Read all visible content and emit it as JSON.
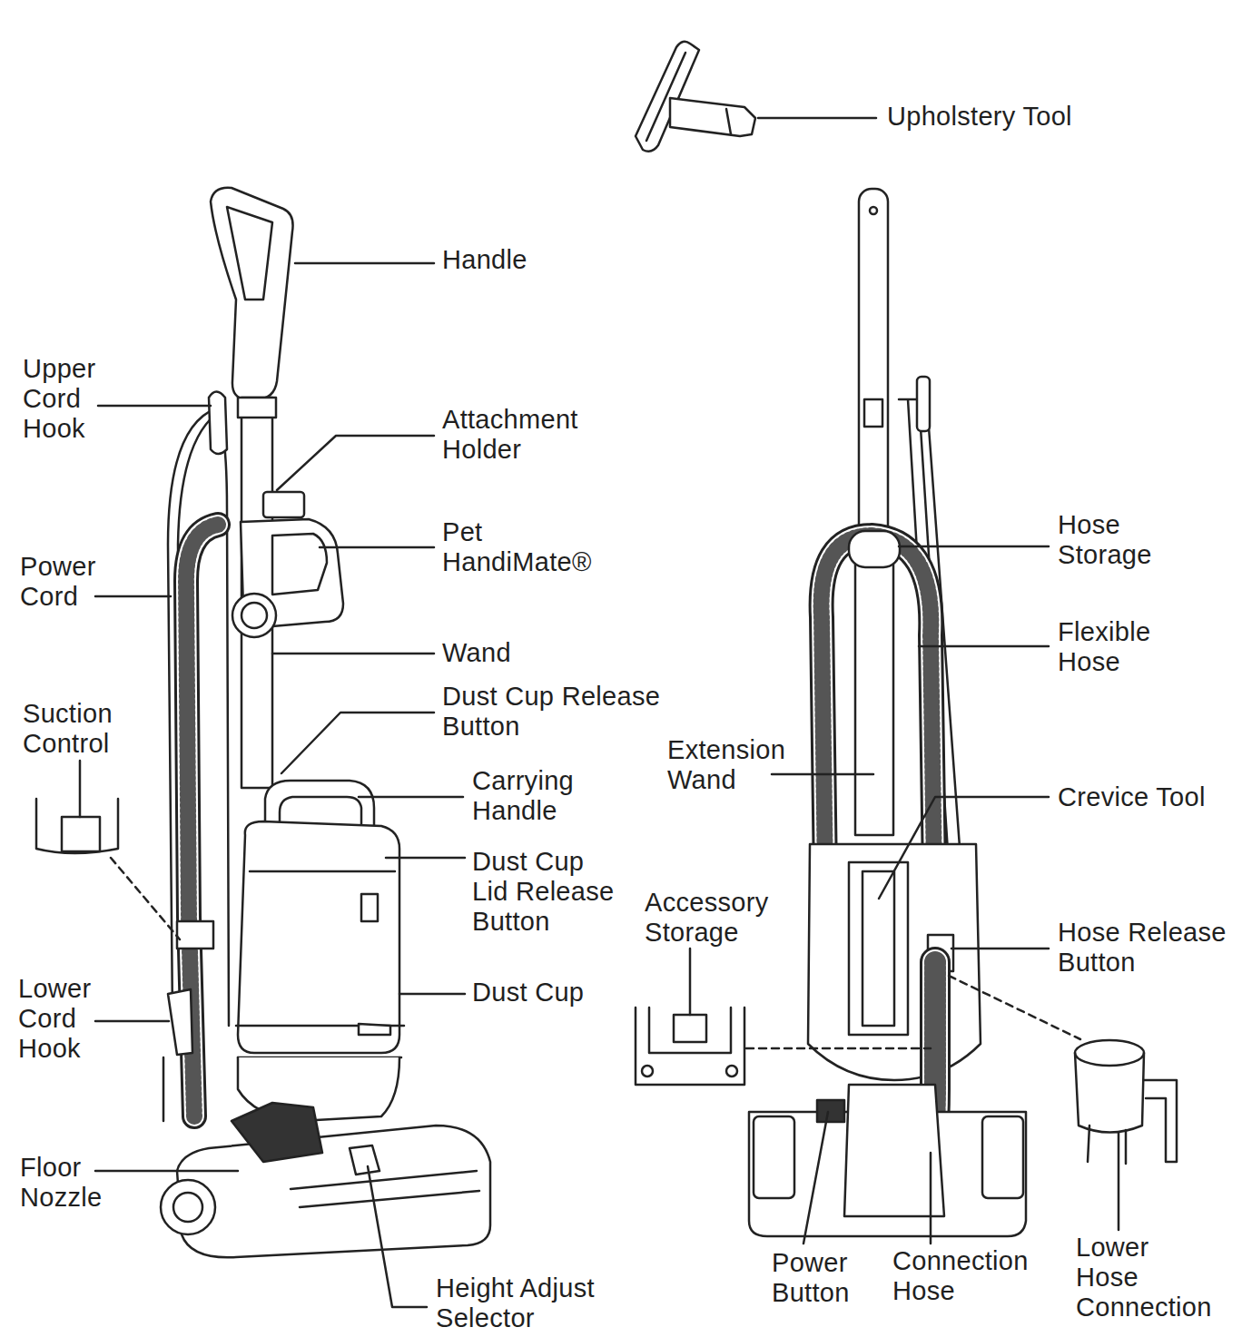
{
  "diagram": {
    "labels": [
      "Upholstery Tool",
      "Handle",
      "Upper Cord Hook",
      "Attachment Holder",
      "Pet HandiMate®",
      "Power Cord",
      "Hose Storage",
      "Flexible Hose",
      "Wand",
      "Dust Cup Release Button",
      "Suction Control",
      "Extension Wand",
      "Carrying Handle",
      "Crevice Tool",
      "Dust Cup Lid Release Button",
      "Accessory Storage",
      "Hose Release Button",
      "Dust Cup",
      "Lower Cord Hook",
      "Floor Nozzle",
      "Power Button",
      "Connection Hose",
      "Lower Hose Connection",
      "Height Adjust Selector"
    ]
  }
}
